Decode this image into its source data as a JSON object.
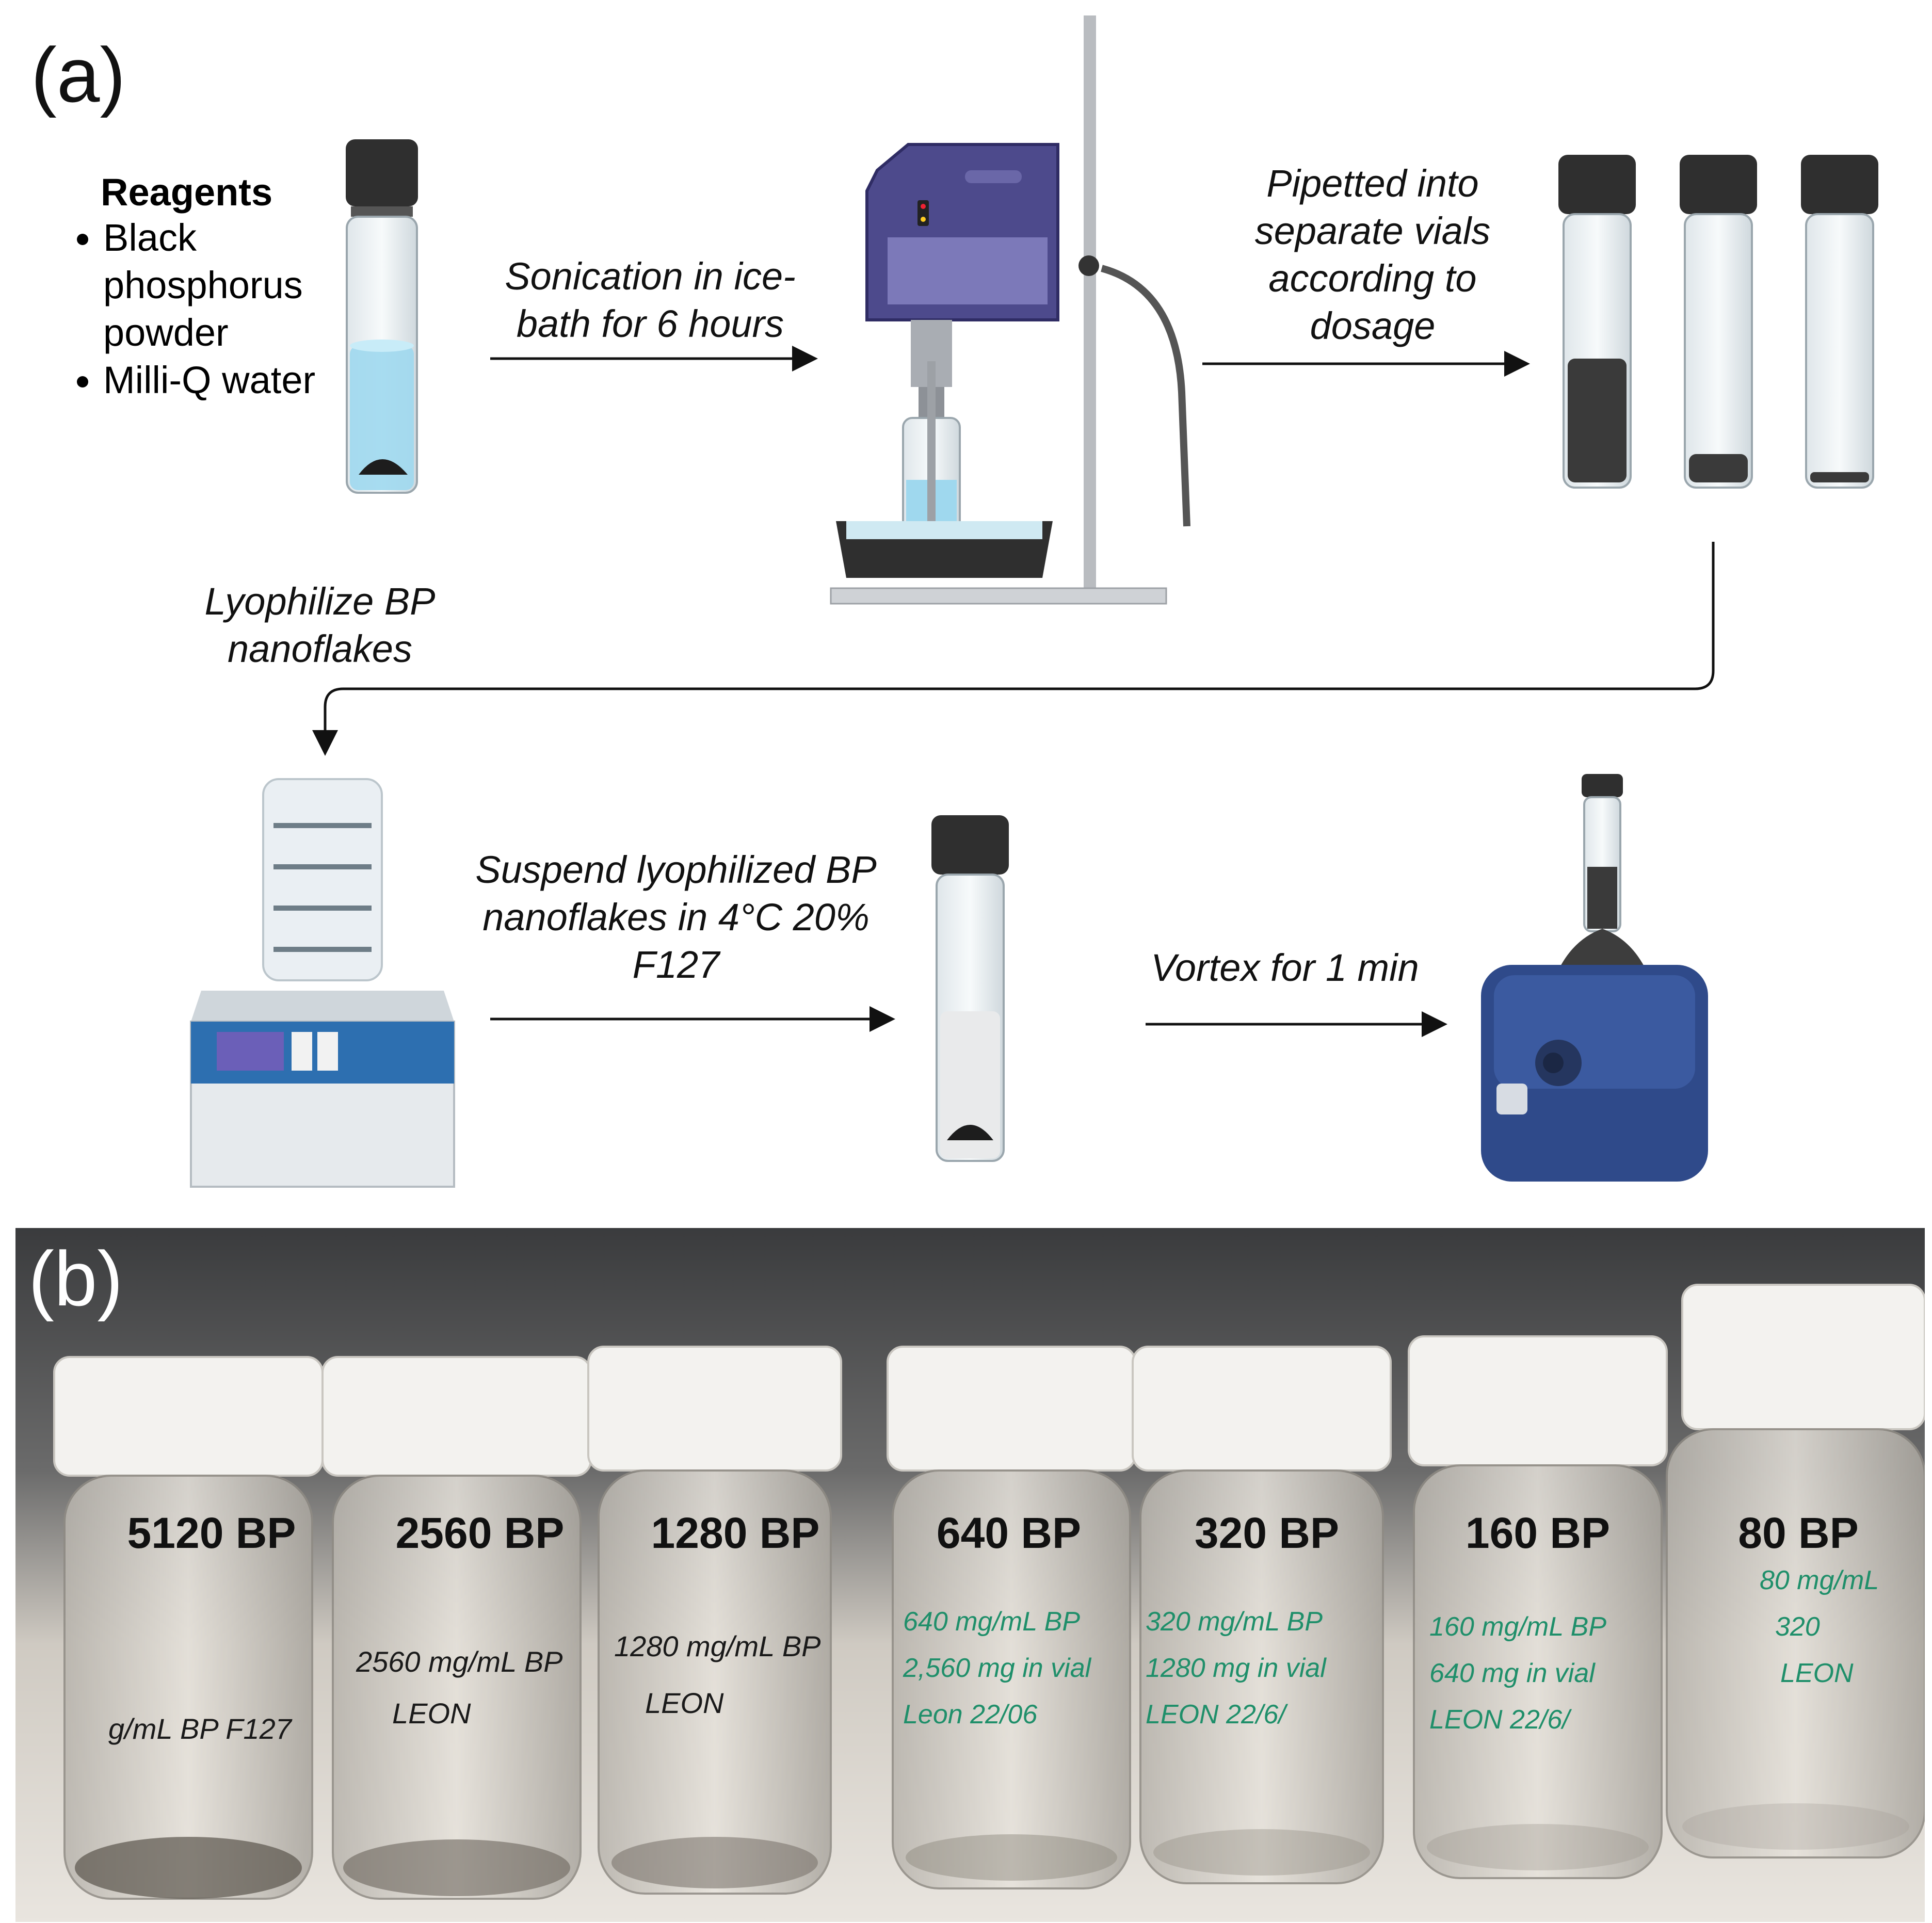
{
  "panel_a": {
    "label": "(a)",
    "reagents": {
      "title": "Reagents",
      "items": [
        "Black phosphorus powder",
        "Milli-Q water"
      ]
    },
    "steps": [
      {
        "caption": "Sonication in ice-bath for 6 hours"
      },
      {
        "caption": "Pipetted into separate vials according to dosage"
      },
      {
        "caption": "Lyophilize BP nanoflakes"
      },
      {
        "caption": "Suspend lyophilized BP nanoflakes in 4°C 20% F127"
      },
      {
        "caption": "Vortex for 1 min"
      }
    ]
  },
  "panel_b": {
    "label": "(b)",
    "vials": [
      {
        "label": "5120 BP",
        "handwriting": [
          "g/mL BP F127"
        ]
      },
      {
        "label": "2560 BP",
        "handwriting": [
          "2560 mg/mL BP",
          "LEON"
        ]
      },
      {
        "label": "1280 BP",
        "handwriting": [
          "1280 mg/mL BP",
          "LEON"
        ]
      },
      {
        "label": "640 BP",
        "handwriting": [
          "640 mg/mL BP",
          "2,560 mg in vial",
          "Leon 22/06"
        ]
      },
      {
        "label": "320 BP",
        "handwriting": [
          "320 mg/mL BP",
          "1280 mg in vial",
          "LEON 22/6/"
        ]
      },
      {
        "label": "160 BP",
        "handwriting": [
          "160 mg/mL BP",
          "640 mg in vial",
          "LEON 22/6/"
        ]
      },
      {
        "label": "80 BP",
        "handwriting": [
          "80 mg/mL",
          "320",
          "LEON"
        ]
      }
    ]
  },
  "colors": {
    "vial_cap": "#2f2f2f",
    "water": "#9fd8ee",
    "sonicator_body": "#4d4a8c",
    "dryer_blue": "#2d6fb0",
    "vortex_blue": "#2f4a8a",
    "handwriting_green": "#1f8f6a",
    "bg_photo": "#d9d4cc"
  }
}
